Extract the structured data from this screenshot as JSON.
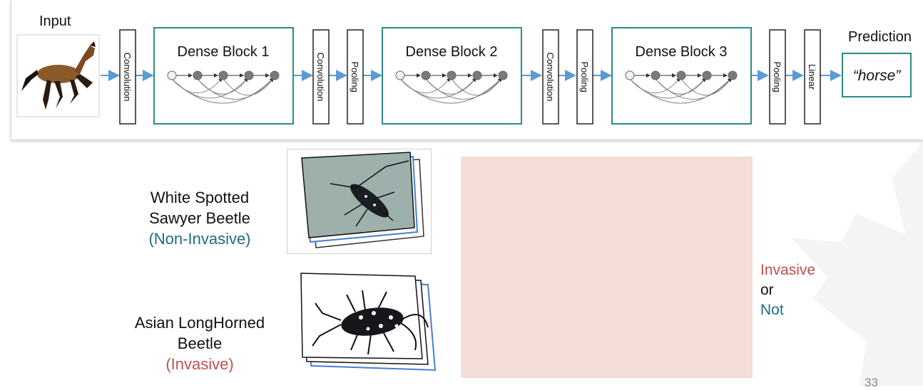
{
  "top_diagram": {
    "input_label": "Input",
    "prediction_label": "Prediction",
    "prediction_value": "“horse”",
    "layers": {
      "conv1": "Convolution",
      "conv2": "Convolution",
      "conv3": "Convolution",
      "pool1": "Pooling",
      "pool2": "Pooling",
      "pool3": "Pooling",
      "linear": "Linear"
    },
    "dense_blocks": [
      "Dense Block 1",
      "Dense Block 2",
      "Dense Block 3"
    ]
  },
  "examples": [
    {
      "name_lines": [
        "White Spotted",
        "Sawyer Beetle"
      ],
      "tag": "(Non-Invasive)"
    },
    {
      "name_lines": [
        "Asian LongHorned",
        "Beetle"
      ],
      "tag": "(Invasive)"
    }
  ],
  "output": {
    "line1": "Invasive",
    "line2": "or",
    "line3": "Not"
  },
  "page_number": "33",
  "colors": {
    "accent_teal": "#2a8c86",
    "arrow_blue": "#5b9bd5",
    "invasive_red": "#c0504d",
    "noninvasive_blue": "#1f6b7f",
    "model_fill": "#f3ddd6"
  }
}
